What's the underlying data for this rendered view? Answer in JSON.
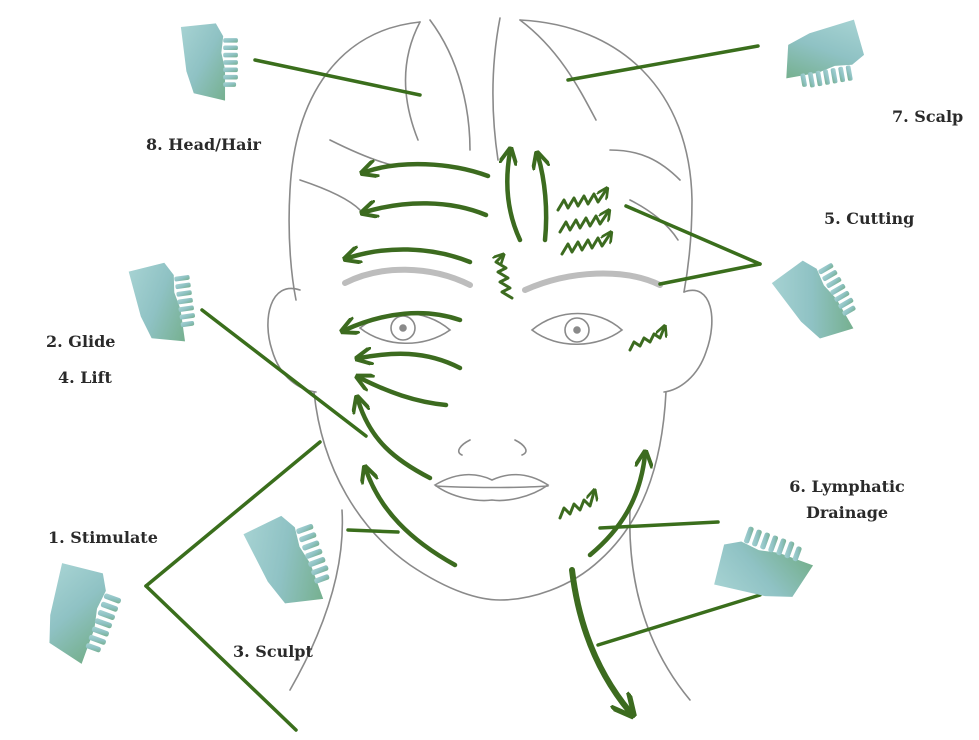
{
  "colors": {
    "arrow": "#3c6b1f",
    "line": "#3a6e1c",
    "face": "#8a8a8a",
    "stone_light": "#9ccccc",
    "stone_dark": "#6fa9a8",
    "stone_green": "#7fb58a"
  },
  "labels": {
    "stimulate": "1.  Stimulate",
    "glide": "2. Glide",
    "sculpt": "3. Sculpt",
    "lift": "4. Lift",
    "cutting": "5. Cutting",
    "lymphatic": "6. Lymphatic Drainage",
    "scalp": "7. Scalp",
    "head_hair": "8. Head/Hair"
  },
  "icons": [
    "gua-sha-comb-stone-icon"
  ]
}
